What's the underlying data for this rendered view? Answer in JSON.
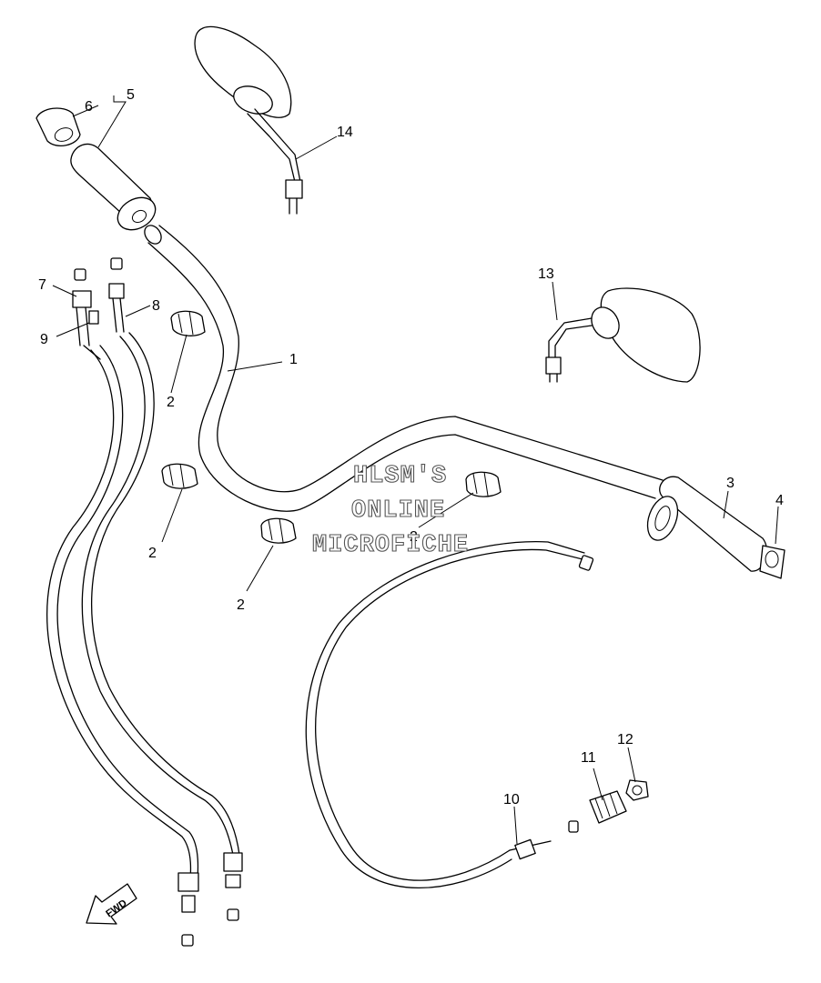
{
  "callouts": {
    "c1": "1",
    "c2a": "2",
    "c2b": "2",
    "c2c": "2",
    "c2d": "2",
    "c3": "3",
    "c4": "4",
    "c5": "5",
    "c6": "6",
    "c7": "7",
    "c8": "8",
    "c9": "9",
    "c10": "10",
    "c11": "11",
    "c12": "12",
    "c13": "13",
    "c14": "14"
  },
  "watermark": {
    "line1": "HLSM'S",
    "line2": "ONLINE",
    "line3": "MICROFICHE"
  },
  "direction": {
    "label": "FWD"
  }
}
